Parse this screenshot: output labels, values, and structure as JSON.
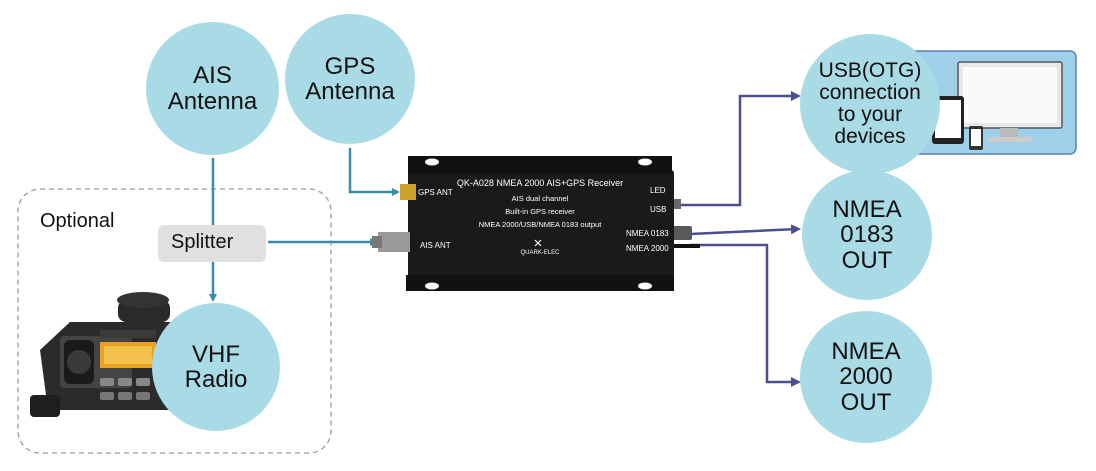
{
  "nodes": {
    "ais_antenna": "AIS\nAntenna",
    "gps_antenna": "GPS\nAntenna",
    "vhf_radio": "VHF\nRadio",
    "usb_connection": "USB(OTG)\nconnection\nto your\ndevices",
    "nmea0183_out": "NMEA\n0183\nOUT",
    "nmea2000_out": "NMEA\n2000\nOUT"
  },
  "optional_label": "Optional",
  "splitter_label": "Splitter",
  "device": {
    "title": "QK-A028 NMEA 2000 AIS+GPS Receiver",
    "line1": "AIS dual channel",
    "line2": "Built-in GPS receiver",
    "line3": "NMEA 2000/USB/NMEA 0183 output",
    "brand": "QUARK-ELEC",
    "ports_left": {
      "gps": "GPS ANT",
      "ais": "AIS ANT"
    },
    "ports_right": {
      "led": "LED",
      "usb": "USB",
      "nmea0183": "NMEA 0183",
      "nmea2000": "NMEA 2000"
    }
  },
  "colors": {
    "circle_fill": "#a9dbe6",
    "teal_arrow": "#3a8ca9",
    "purple_arrow": "#4b4f8f",
    "device_body": "#1a1a1a",
    "splitter_fill": "#e0e0e0"
  }
}
